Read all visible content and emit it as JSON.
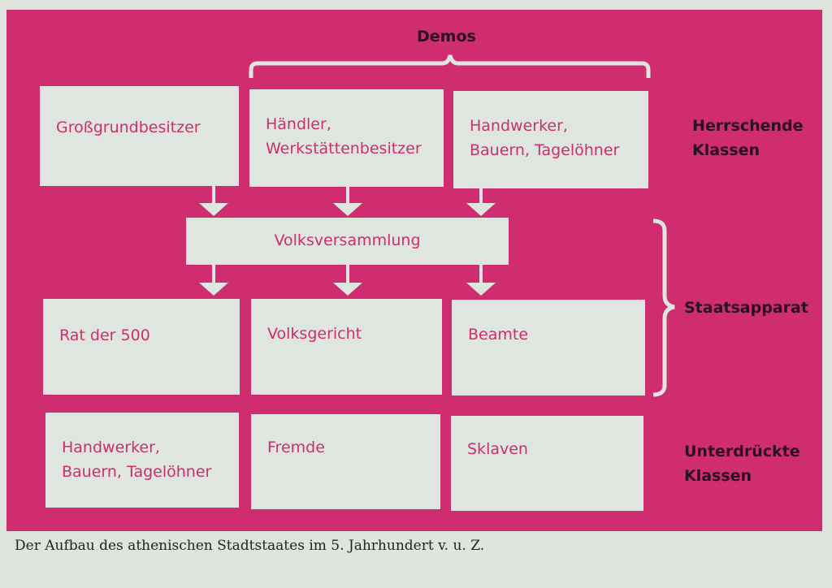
{
  "title_top": "Demos",
  "row_labels": {
    "ruling": [
      "Herrschende",
      "Klassen"
    ],
    "state": "Staatsapparat",
    "oppressed": [
      "Unterdrückte",
      "Klassen"
    ]
  },
  "ruling_boxes": [
    {
      "lines": [
        "Großgrundbesitzer"
      ]
    },
    {
      "lines": [
        "Händler,",
        "Werkstättenbesitzer"
      ]
    },
    {
      "lines": [
        "Handwerker,",
        "Bauern, Tagelöhner"
      ]
    }
  ],
  "assembly": "Volksversammlung",
  "state_boxes": [
    "Rat der 500",
    "Volksgericht",
    "Beamte"
  ],
  "oppressed_boxes": [
    {
      "lines": [
        "Handwerker,",
        "Bauern, Tagelöhner"
      ]
    },
    {
      "lines": [
        "Fremde"
      ]
    },
    {
      "lines": [
        "Sklaven"
      ]
    }
  ],
  "caption": "Der Aufbau des athenischen Stadtstaates im 5. Jahrhundert v. u. Z.",
  "colors": {
    "magenta": "#cf2d6f",
    "paper": "#dfe6df",
    "ink": "#2a0f1c"
  }
}
